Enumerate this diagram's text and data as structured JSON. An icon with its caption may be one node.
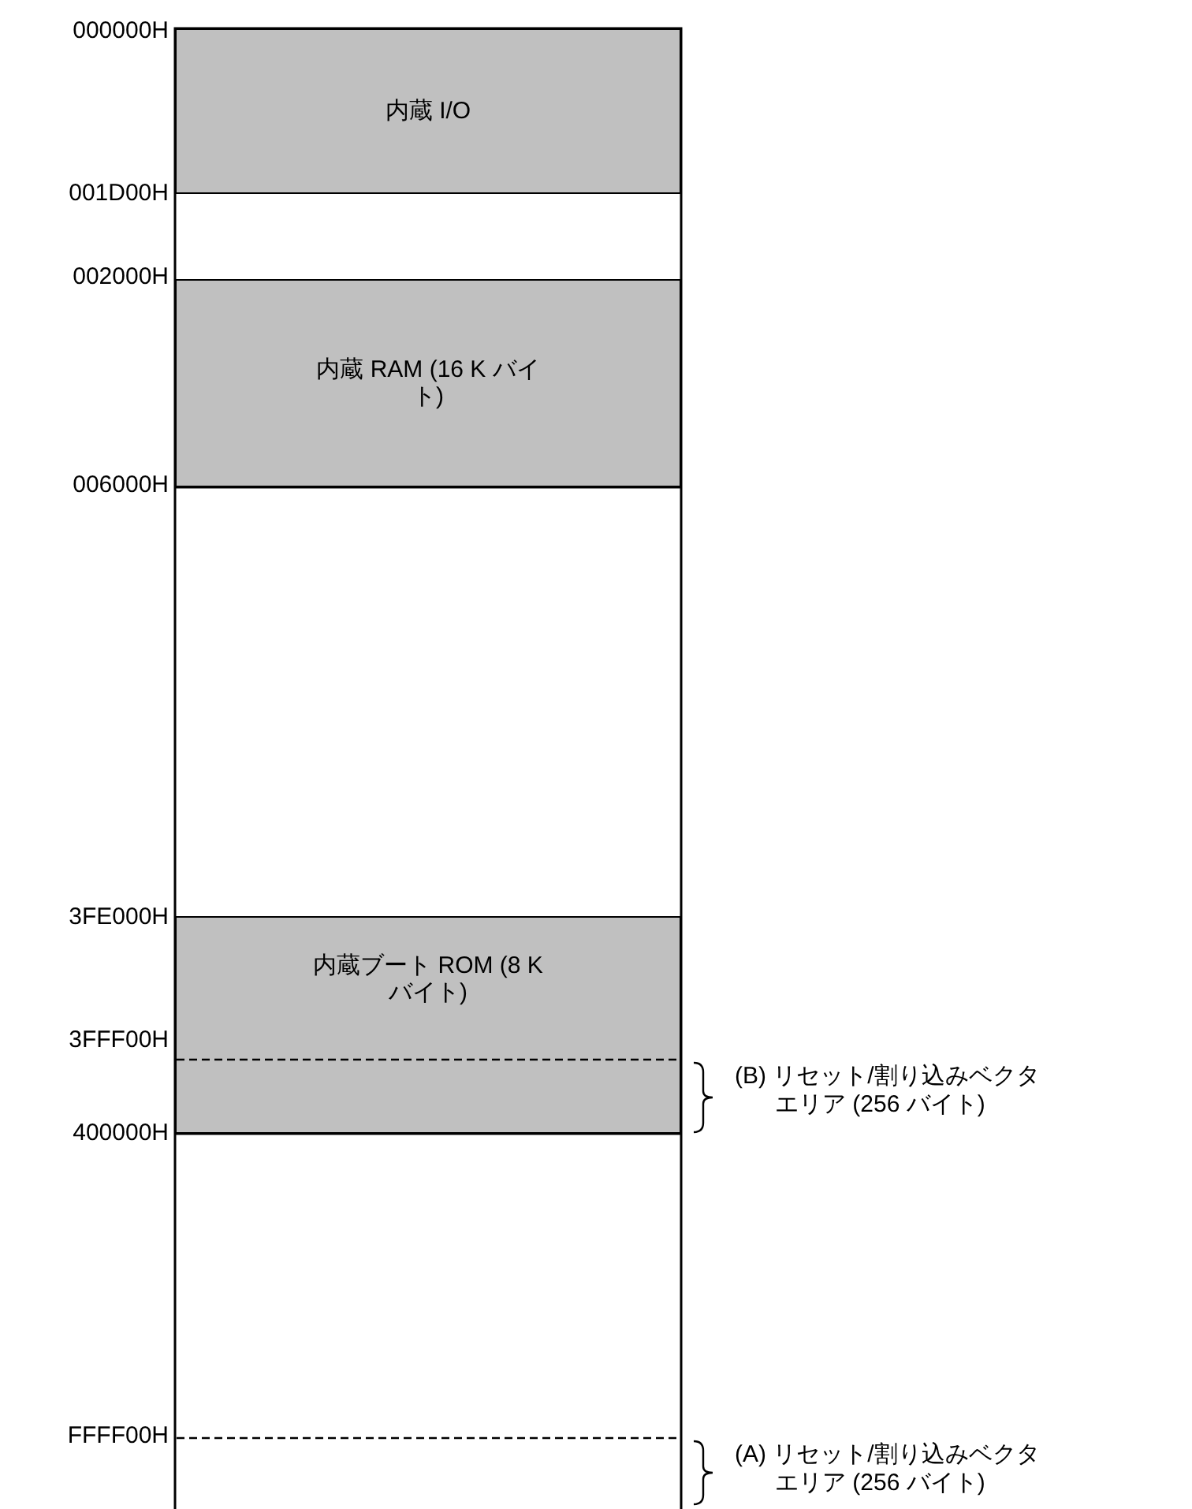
{
  "diagram": {
    "nodes": [
      {
        "text": [
          "内蔵 I/O"
        ]
      },
      {
        "text": [
          "内蔵 RAM (16 K バイト)"
        ]
      },
      {
        "text": [
          "内蔵ブート ROM (8 K バイト)"
        ]
      }
    ],
    "edges": [],
    "labels": [
      "000000H",
      "001D00H",
      "002000H",
      "006000H",
      "3FE000H",
      "3FFF00H",
      "(B) リセット/割り込みベクタエリア (256 バイト)",
      "400000H",
      "FFFF00H",
      "(A) リセット/割り込みベクタエリア (256 バイト)"
    ]
  }
}
